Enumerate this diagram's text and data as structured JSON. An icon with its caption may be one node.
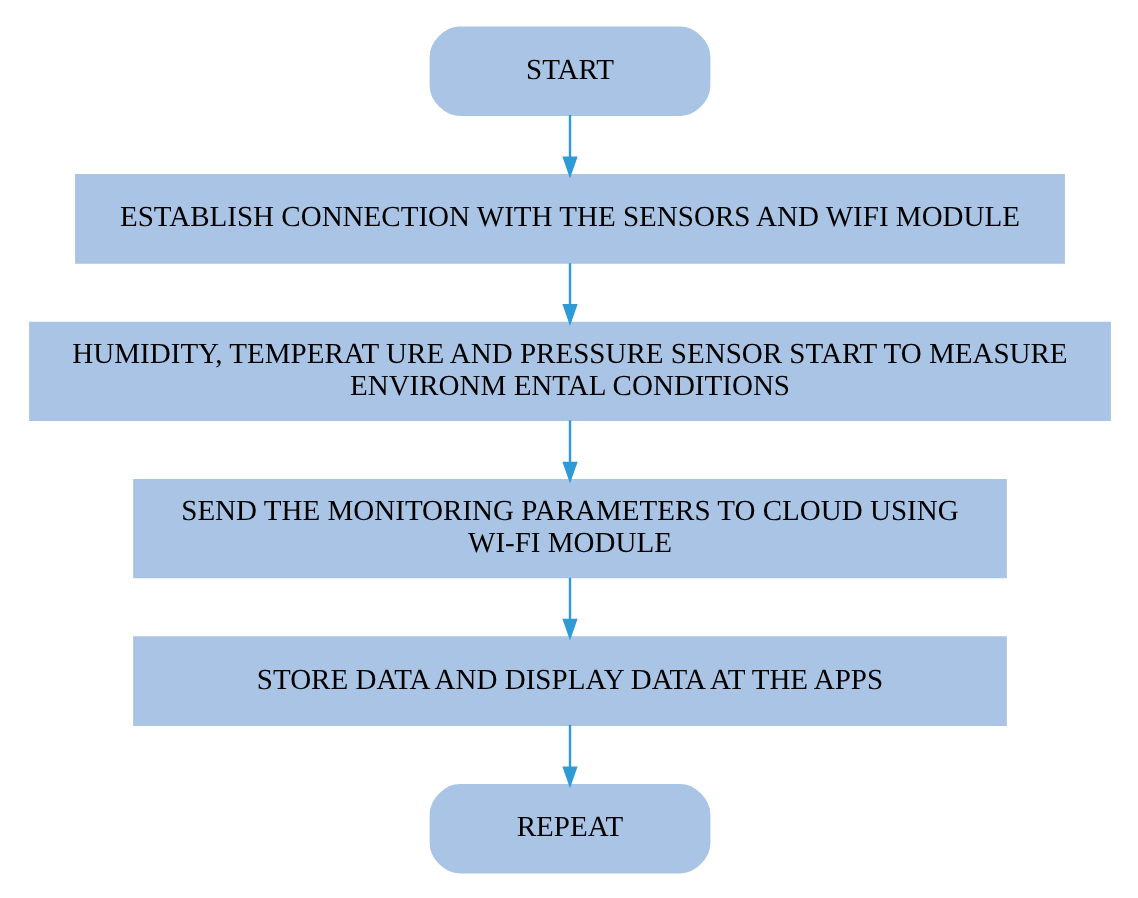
{
  "diagram": {
    "nodes": [
      {
        "text": [
          "START"
        ]
      },
      {
        "text": [
          "ESTABLISH CONNECTION WITH THE SENSORS AND WIFI MODULE"
        ]
      },
      {
        "text": [
          "HUMIDITY, TEMPERAT URE AND PRESSURE SENSOR START TO MEASURE ENVIRONM ENTAL CONDITIONS"
        ]
      },
      {
        "text": [
          "SEND THE MONITORING PARAMETERS TO CLOUD USING WI-FI MODULE"
        ]
      },
      {
        "text": [
          "STORE DATA AND DISPLAY DATA AT THE APPS"
        ]
      },
      {
        "text": [
          "REPEAT"
        ]
      }
    ],
    "edges": [
      {
        "from": 0,
        "to": 1,
        "arrow": "to"
      },
      {
        "from": 1,
        "to": 2,
        "arrow": "to"
      },
      {
        "from": 2,
        "to": 3,
        "arrow": "to"
      },
      {
        "from": 3,
        "to": 4,
        "arrow": "to"
      },
      {
        "from": 4,
        "to": 5,
        "arrow": "to"
      }
    ]
  }
}
